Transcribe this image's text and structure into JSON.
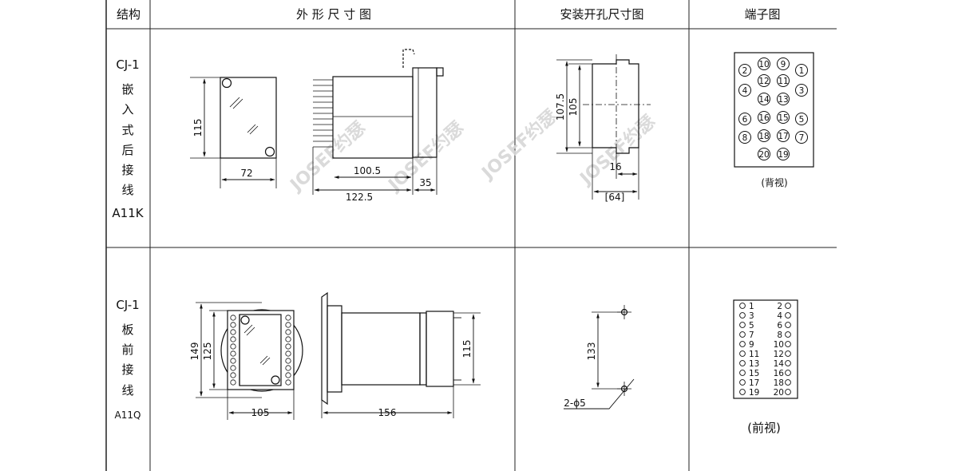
{
  "headers": {
    "structure": "结构",
    "outline": "外 形 尺 寸 图",
    "cutout": "安装开孔尺寸图",
    "terminals": "端子图"
  },
  "watermark": "JOSEF约瑟",
  "row1": {
    "label": [
      "CJ-1",
      "嵌",
      "入",
      "式",
      "后",
      "接",
      "线",
      "A11K"
    ],
    "dims": {
      "front_h": "115",
      "front_w": "72",
      "side_body": "100.5",
      "side_total": "122.5",
      "side_rear": "35",
      "cut_outer": "107.5",
      "cut_inner": "105",
      "cut_depth": "16",
      "cut_total": "[64]"
    },
    "terminals": [
      "10",
      "9",
      "2",
      "1",
      "12",
      "11",
      "4",
      "3",
      "14",
      "13",
      "6",
      "16",
      "15",
      "5",
      "8",
      "18",
      "17",
      "7",
      "20",
      "19"
    ],
    "view_label": "(背视)"
  },
  "row2": {
    "label": [
      "CJ-1",
      "板",
      "前",
      "接",
      "线",
      "A11Q"
    ],
    "dims": {
      "front_outer_h": "149",
      "front_inner_h": "125",
      "front_w": "105",
      "side_len": "156",
      "side_h": "115",
      "hole_spacing": "133",
      "holes": "2-ϕ5"
    },
    "terminals": [
      "1",
      "2",
      "3",
      "4",
      "5",
      "6",
      "7",
      "8",
      "9",
      "10",
      "11",
      "12",
      "13",
      "14",
      "15",
      "16",
      "17",
      "18",
      "19",
      "20"
    ],
    "view_label": "(前视)"
  }
}
